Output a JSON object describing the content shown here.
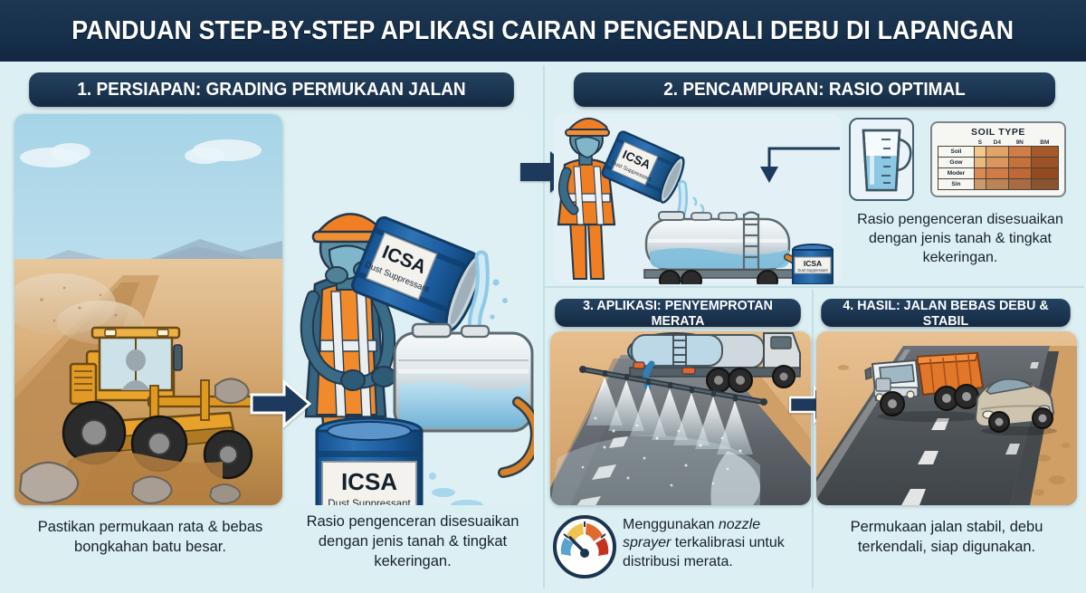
{
  "title": "PANDUAN STEP-BY-STEP APLIKASI CAIRAN PENGENDALI DEBU DI LAPANGAN",
  "panels": [
    {
      "id": "panel-1",
      "header": "1. PERSIAPAN: GRADING PERMUKAAN JALAN",
      "caption": "Pastikan permukaan rata & bebas bongkahan batu besar.",
      "scene": "motor-grader-leveling-dusty-road"
    },
    {
      "id": "panel-1b",
      "header": "",
      "caption": "Rasio pengenceran disesuaikan dengan jenis tanah & tingkat kekeringan.",
      "scene": "worker-pouring-drum-into-water-tank"
    },
    {
      "id": "panel-2",
      "header": "2. PENCAMPURAN: RASIO OPTIMAL",
      "caption": "Rasio pengenceran disesuaikan dengan jenis tanah & tingkat kekeringan.",
      "scene": "worker-pouring-icsa-drum-into-tanker"
    },
    {
      "id": "panel-3",
      "header": "3. APLIKASI: PENYEMPROTAN MERATA",
      "caption_pre": "Menggunakan ",
      "caption_em": "nozzle sprayer",
      "caption_post": " terkalibrasi untuk distribusi merata.",
      "scene": "water-tanker-spray-bar-on-road"
    },
    {
      "id": "panel-4",
      "header": "4. HASIL: JALAN BEBAS DEBU & STABIL",
      "caption": "Permukaan jalan stabil, debu terkendali, siap digunakan.",
      "scene": "dump-truck-and-car-on-finished-road"
    }
  ],
  "product": {
    "brand": "ICSA",
    "subtitle": "Dust Suppressant"
  },
  "soil_chart": {
    "title": "SOIL TYPE",
    "columns": [
      "S",
      "D4",
      "9N",
      "BM"
    ],
    "rows": [
      "Soil",
      "Gow",
      "Moder",
      "Sin"
    ],
    "cell_colors": [
      [
        "#f2c88b",
        "#e0a469",
        "#cf7f46",
        "#a55a2c"
      ],
      [
        "#e8b97c",
        "#d9975f",
        "#c4713c",
        "#9c5227"
      ],
      [
        "#d98a53",
        "#cf7c46",
        "#bd6836",
        "#94491f"
      ],
      [
        "#c99a6c",
        "#ba8457",
        "#a86c42",
        "#87542f"
      ]
    ]
  },
  "gauge": {
    "name": "calibrated-gauge",
    "segments": [
      "#5ba3cf",
      "#f2c14e",
      "#e2692f",
      "#c5321f"
    ],
    "needle_color": "#1b3450"
  },
  "colors": {
    "background": "#dcf0f3",
    "header_navy": "#1b3450",
    "title_navy": "#17304b",
    "arrow_navy": "#1d3a5c",
    "text_dark": "#17212b",
    "product_blue": "#1f5f9e",
    "sand": "#d9ae7b",
    "asphalt": "#4a4f53"
  },
  "caption_right_col": "Rasio pengenceran disesuaikan dengan jenis tanah & tingkat kekeringan."
}
